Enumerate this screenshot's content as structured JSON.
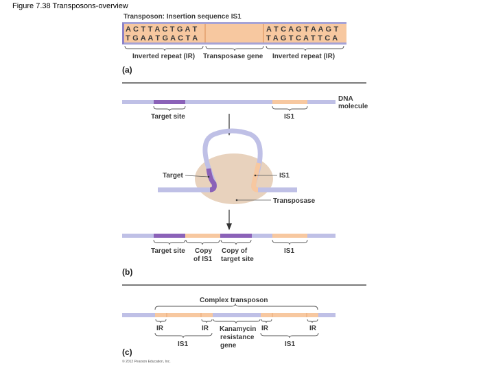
{
  "figure_title": "Figure 7.38 Transposons-overview",
  "colors": {
    "dna_lavender": "#bfc0e6",
    "target_purple": "#8b62b8",
    "is1_peach": "#f7c8a0",
    "is1_border": "#e7a06a",
    "enzyme_beige": "#e8d2bd",
    "divider": "#2b2b2b"
  },
  "panel_a": {
    "title": "Transposon: Insertion sequence IS1",
    "left_top": "A C T T A C T G A T",
    "left_bottom": "T G A A T G A C T A",
    "right_top": "A T C A G T A A G T",
    "right_bottom": "T A G T C A T T C A",
    "label_ir_left": "Inverted repeat (IR)",
    "label_gene": "Transposase gene",
    "label_ir_right": "Inverted repeat (IR)",
    "panel_letter": "(a)"
  },
  "panel_b": {
    "dna_label_line1": "DNA",
    "dna_label_line2": "molecule",
    "target_site": "Target site",
    "is1": "IS1",
    "loop_target": "Target",
    "loop_is1": "IS1",
    "transposase": "Transposase",
    "result_target_site": "Target site",
    "copy_is1_line1": "Copy",
    "copy_is1_line2": "of IS1",
    "copy_target_line1": "Copy of",
    "copy_target_line2": "target site",
    "result_is1": "IS1",
    "panel_letter": "(b)"
  },
  "panel_c": {
    "title": "Complex transposon",
    "ir_1": "IR",
    "ir_2": "IR",
    "kan_line1": "Kanamycin",
    "kan_line2": "resistance",
    "kan_line3": "gene",
    "ir_3": "IR",
    "ir_4": "IR",
    "is1_left": "IS1",
    "is1_right": "IS1",
    "panel_letter": "(c)"
  },
  "copyright": "© 2012 Pearson Education, Inc."
}
